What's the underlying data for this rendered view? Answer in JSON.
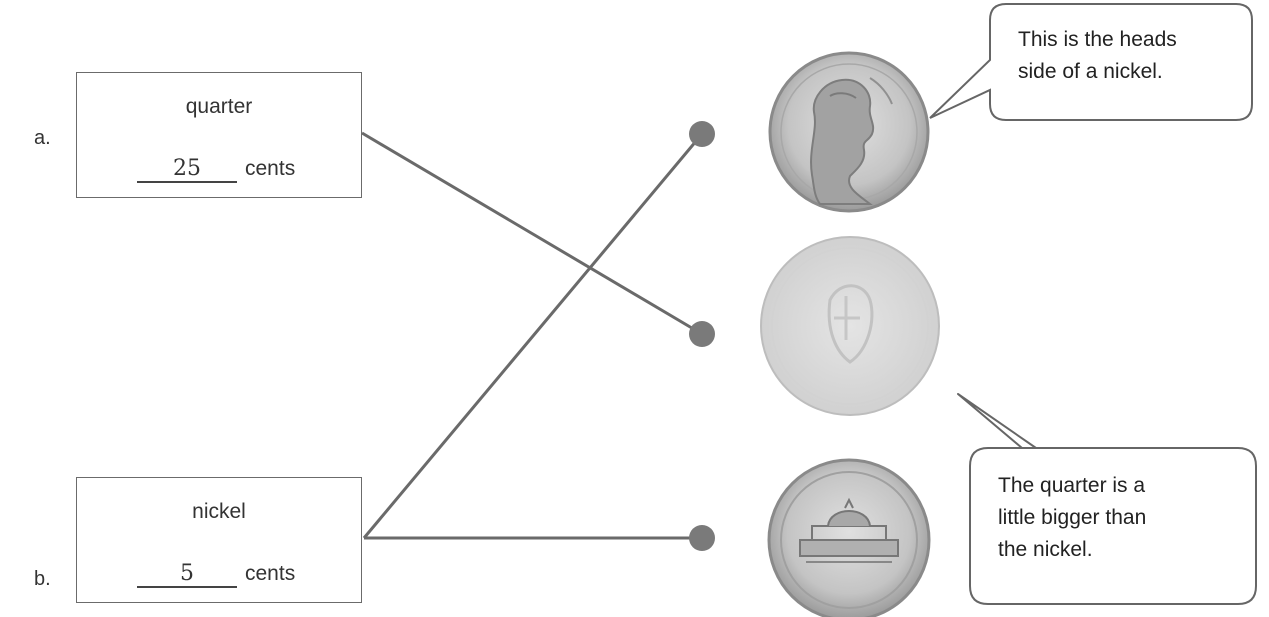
{
  "items": [
    {
      "letter": "a.",
      "name": "quarter",
      "value": "25",
      "unit": "cents"
    },
    {
      "letter": "b.",
      "name": "nickel",
      "value": "5",
      "unit": "cents"
    }
  ],
  "callouts": {
    "top": [
      "This is the heads",
      "side of a nickel."
    ],
    "bottom": [
      "The quarter is a",
      "little bigger than",
      "the nickel."
    ]
  },
  "coins": [
    {
      "label": "nickel-heads"
    },
    {
      "label": "quarter"
    },
    {
      "label": "nickel-tails"
    }
  ],
  "connections": [
    {
      "from": "quarter",
      "to": "quarter"
    },
    {
      "from": "nickel",
      "to": "nickel-heads"
    },
    {
      "from": "nickel",
      "to": "nickel-tails"
    }
  ]
}
